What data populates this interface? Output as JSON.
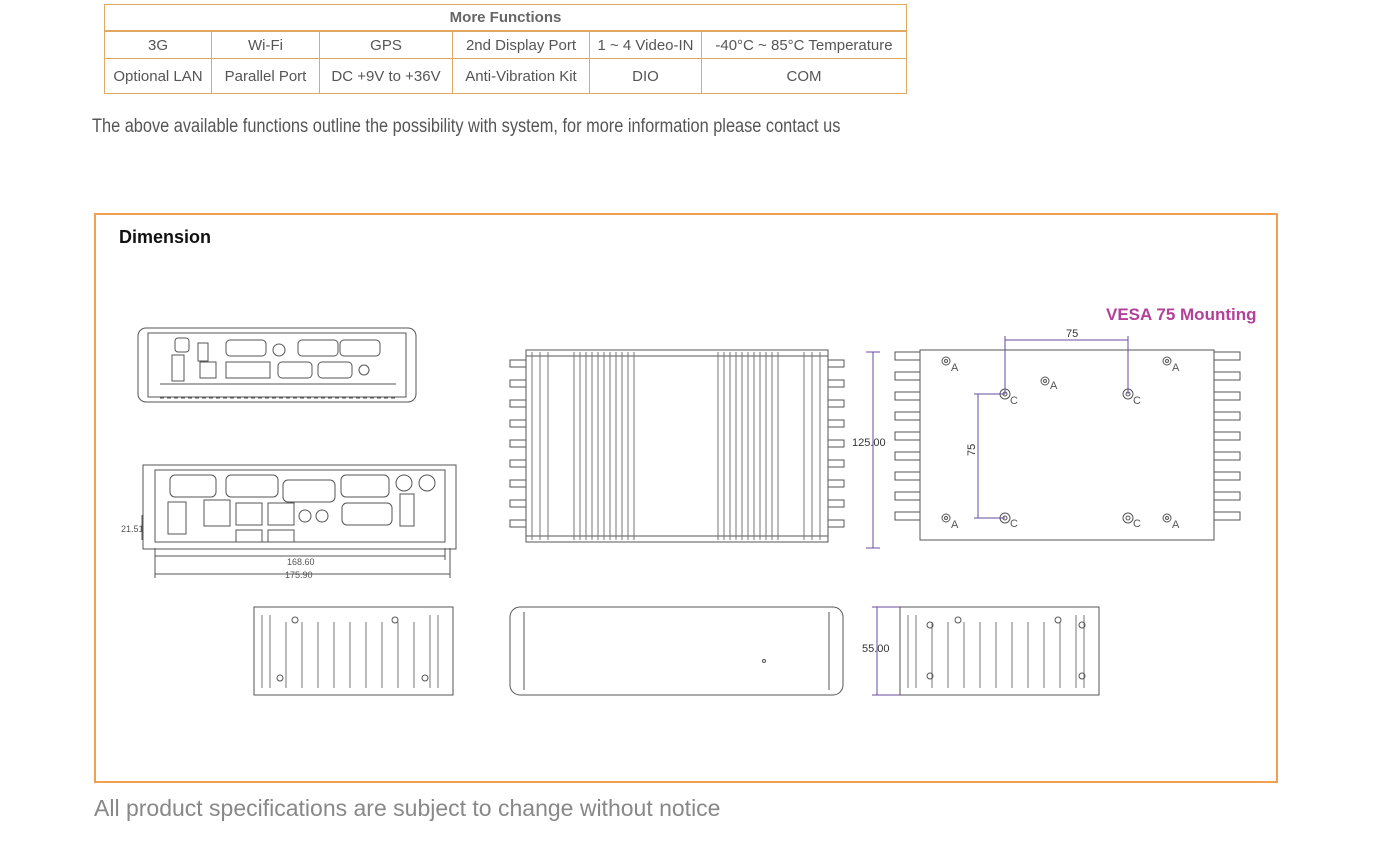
{
  "functions_table": {
    "title": "More Functions",
    "row1": [
      "3G",
      "Wi-Fi",
      "GPS",
      "2nd Display Port",
      "1 ~ 4 Video-IN",
      "-40°C ~ 85°C Temperature"
    ],
    "row2": [
      "Optional LAN",
      "Parallel Port",
      "DC +9V to +36V",
      "Anti-Vibration Kit",
      "DIO",
      "COM"
    ]
  },
  "note": "The above available functions outline the possibility with system, for more information please contact us",
  "dimension": {
    "title": "Dimension",
    "vesa_title": "VESA 75 Mounting",
    "labels": {
      "height_side": "21.51",
      "width_inner": "168.60",
      "width_outer": "175.90",
      "depth": "125.00",
      "height": "55.00",
      "vesa_h": "75",
      "vesa_v": "75",
      "hole_a": "A",
      "hole_c": "C"
    }
  },
  "footer_note": "All product specifications are subject to change without notice",
  "colors": {
    "table_border": "#e0a860",
    "panel_border": "#f0a050",
    "vesa_text": "#b3409a",
    "dimension_line": "#6a4aa0"
  }
}
